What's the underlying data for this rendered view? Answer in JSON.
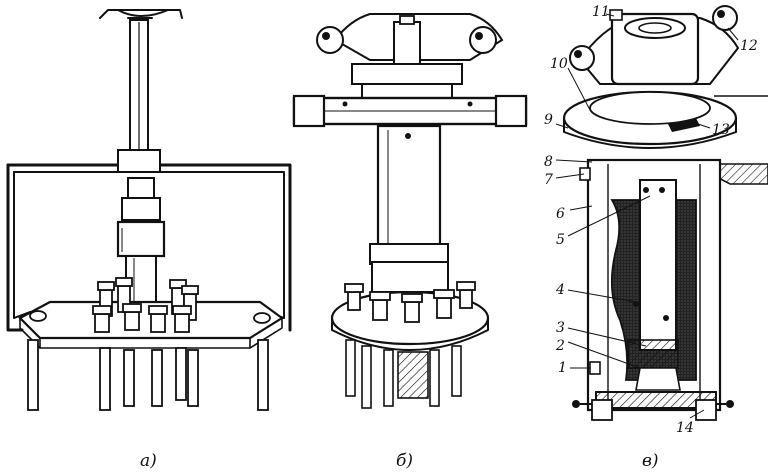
{
  "figure": {
    "captions": {
      "a": "а)",
      "b": "б)",
      "c": "в)"
    },
    "callouts": [
      "1",
      "2",
      "3",
      "4",
      "5",
      "6",
      "7",
      "8",
      "9",
      "10",
      "11",
      "12",
      "13",
      "14"
    ]
  }
}
